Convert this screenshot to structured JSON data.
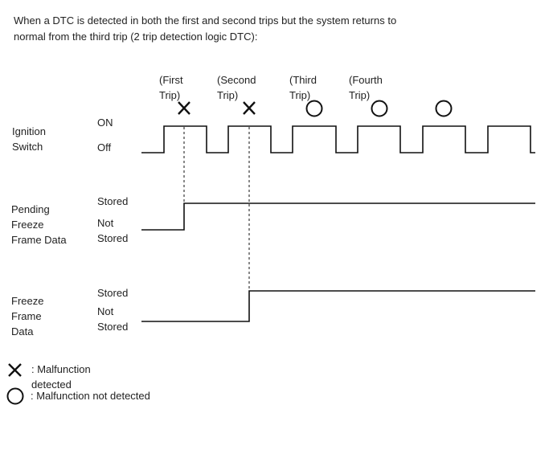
{
  "intro": {
    "line1": "When a DTC is detected in both the first and second trips but the system returns to",
    "line2": "normal from the third trip (2 trip detection logic DTC):"
  },
  "trips": [
    {
      "line1": "(First",
      "line2": "Trip)",
      "result": "malfunction"
    },
    {
      "line1": "(Second",
      "line2": "Trip)",
      "result": "malfunction"
    },
    {
      "line1": "(Third",
      "line2": "Trip)",
      "result": "not-detected"
    },
    {
      "line1": "(Fourth",
      "line2": "Trip)",
      "result": "not-detected"
    },
    {
      "line1": "",
      "line2": "",
      "result": "not-detected"
    }
  ],
  "rows": {
    "ignition": {
      "label_line1": "Ignition",
      "label_line2": "Switch",
      "on_label": "ON",
      "off_label": "Off"
    },
    "pending": {
      "label_line1": "Pending",
      "label_line2": "Freeze",
      "label_line3": "Frame Data",
      "stored_label": "Stored",
      "not_stored_line1": "Not",
      "not_stored_line2": "Stored"
    },
    "freeze": {
      "label_line1": "Freeze",
      "label_line2": "Frame",
      "label_line3": "Data",
      "stored_label": "Stored",
      "not_stored_line1": "Not",
      "not_stored_line2": "Stored"
    }
  },
  "legend": {
    "malfunction_line1": ": Malfunction",
    "malfunction_line2": "detected",
    "not_detected": ": Malfunction not detected"
  },
  "events": {
    "pending_stored_at_trip": 1,
    "freeze_stored_at_trip": 2
  }
}
